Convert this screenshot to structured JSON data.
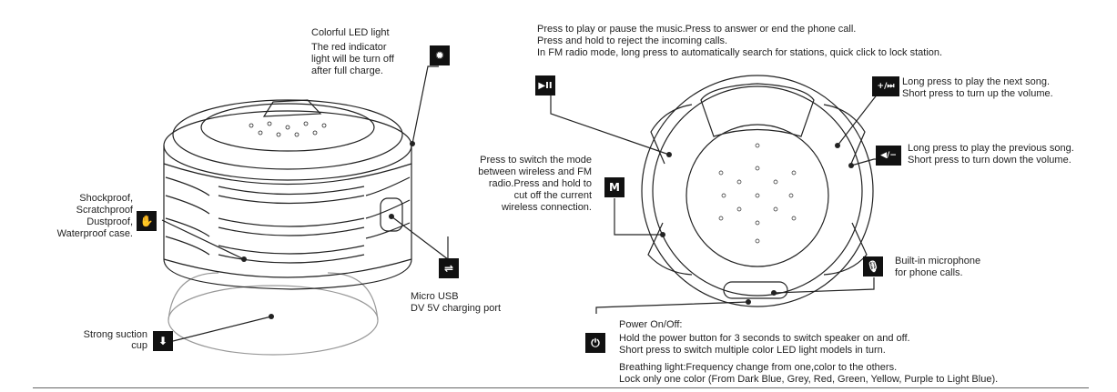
{
  "left": {
    "led": {
      "title": "Colorful LED light",
      "line1": "The red indicator",
      "line2": "light will be turn off",
      "line3": "after full charge."
    },
    "shock": {
      "line1": "Shockproof,",
      "line2": "Scratchproof",
      "line3": "Dustproof,",
      "line4": "Waterproof case."
    },
    "usb": {
      "line1": "Micro USB",
      "line2": "DV 5V charging port"
    },
    "suction": {
      "line1": "Strong suction",
      "line2": "cup"
    }
  },
  "right": {
    "play": {
      "line1": "Press to play or pause the music.Press to answer or end the phone call.",
      "line2": "Press and hold to reject the incoming calls.",
      "line3": "In FM radio mode, long press to automatically search for stations, quick click to lock station."
    },
    "next": {
      "line1": "Long press to play the next song.",
      "line2": "Short press to turn up the volume."
    },
    "prev": {
      "line1": "Long press to play the previous song.",
      "line2": "Short press to turn down the volume."
    },
    "mode": {
      "line1": "Press to switch the mode",
      "line2": "between wireless and FM",
      "line3": "radio.Press and hold to",
      "line4": "cut off the current",
      "line5": "wireless connection."
    },
    "mic": {
      "line1": "Built-in microphone",
      "line2": "for phone calls."
    },
    "power": {
      "title": "Power On/Off:",
      "line1": "Hold the power button for 3 seconds to switch speaker on and off.",
      "line2": "Short press to switch multiple color LED light models in turn."
    },
    "breathing": {
      "line1": "Breathing light:Frequency change from one,color to the others.",
      "line2": "Lock only one color (From Dark Blue, Grey, Red, Green, Yellow, Purple to Light Blue)."
    }
  },
  "icons": {
    "bulb": "bulb-icon",
    "shield": "hand-icon",
    "usb": "usb-icon",
    "down": "down-arrow-icon",
    "play": "play-pause-icon",
    "next": "next-volume-up-icon",
    "prev": "prev-volume-down-icon",
    "mode": "mode-icon",
    "mic": "microphone-icon",
    "power": "power-icon"
  },
  "icon_labels": {
    "play": "▶II",
    "next": "+/⏭",
    "prev": "◀/−",
    "mode": "M"
  }
}
